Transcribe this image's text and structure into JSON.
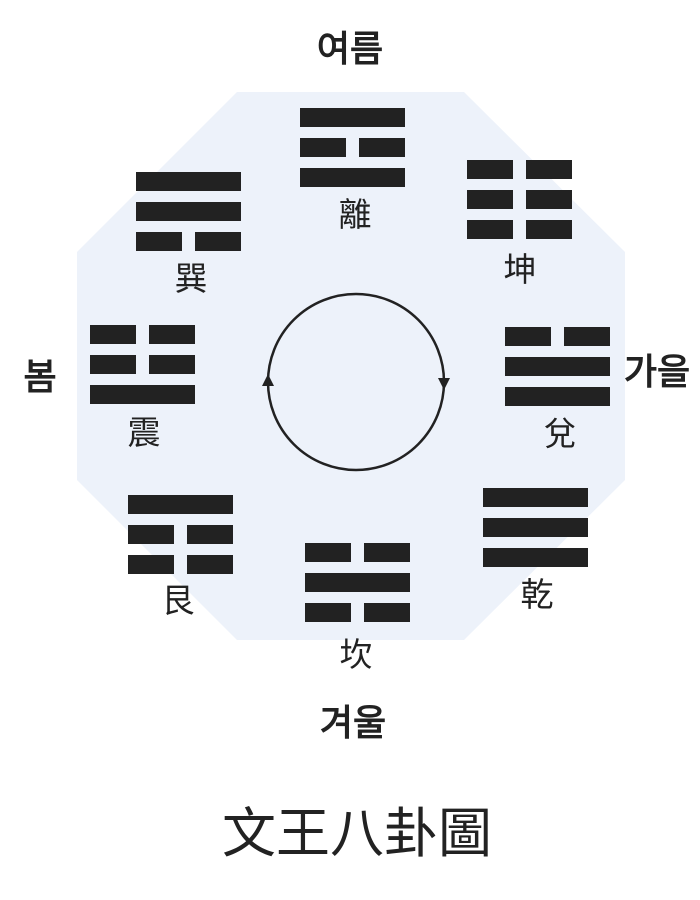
{
  "seasons": {
    "summer": "여름",
    "spring": "봄",
    "autumn": "가을",
    "winter": "겨울"
  },
  "title": "文王八卦圖",
  "trigrams": [
    {
      "id": "li",
      "name": "離",
      "lines": [
        1,
        0,
        1
      ]
    },
    {
      "id": "kun",
      "name": "坤",
      "lines": [
        0,
        0,
        0
      ]
    },
    {
      "id": "dui",
      "name": "兌",
      "lines": [
        0,
        1,
        1
      ]
    },
    {
      "id": "qian",
      "name": "乾",
      "lines": [
        1,
        1,
        1
      ]
    },
    {
      "id": "kan",
      "name": "坎",
      "lines": [
        0,
        1,
        0
      ]
    },
    {
      "id": "gen",
      "name": "艮",
      "lines": [
        1,
        0,
        0
      ]
    },
    {
      "id": "zhen",
      "name": "震",
      "lines": [
        0,
        0,
        1
      ]
    },
    {
      "id": "xun",
      "name": "巽",
      "lines": [
        1,
        1,
        0
      ]
    }
  ],
  "colors": {
    "octagon_fill": "#edf2fa",
    "ink": "#222222"
  }
}
